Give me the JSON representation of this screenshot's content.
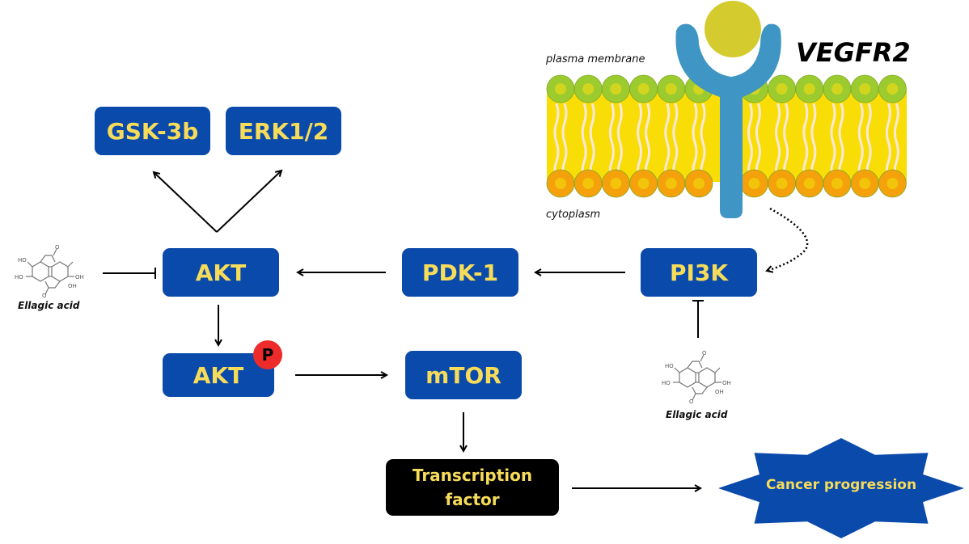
{
  "diagram": {
    "receptor": {
      "name": "VEGFR2"
    },
    "membrane": {
      "top_label": "plasma membrane",
      "bottom_label": "cytoplasm"
    },
    "nodes": {
      "gsk3b": "GSK-3b",
      "erk12": "ERK1/2",
      "akt": "AKT",
      "pdk1": "PDK-1",
      "pi3k": "PI3K",
      "akt_p": "AKT",
      "mtor": "mTOR",
      "tf_line1": "Transcription",
      "tf_line2": "factor",
      "cancer": "Cancer progression"
    },
    "phospho_badge": "P",
    "inhibitors": [
      {
        "name": "Ellagic acid",
        "target": "AKT"
      },
      {
        "name": "Ellagic acid",
        "target": "PI3K"
      }
    ],
    "molecule_labels": {
      "oh": "OH",
      "ho": "HO",
      "o": "O"
    },
    "colors": {
      "node_fill": "#0a4aab",
      "node_text": "#f7dc5a",
      "tf_fill": "#000000",
      "phospho": "#ee2b2b",
      "receptor": "#3f95c4",
      "ligand": "#d4cc2e",
      "head_top": "#9ccb30",
      "head_bottom": "#f4a10c",
      "lipid_core": "#f9dd07"
    }
  }
}
